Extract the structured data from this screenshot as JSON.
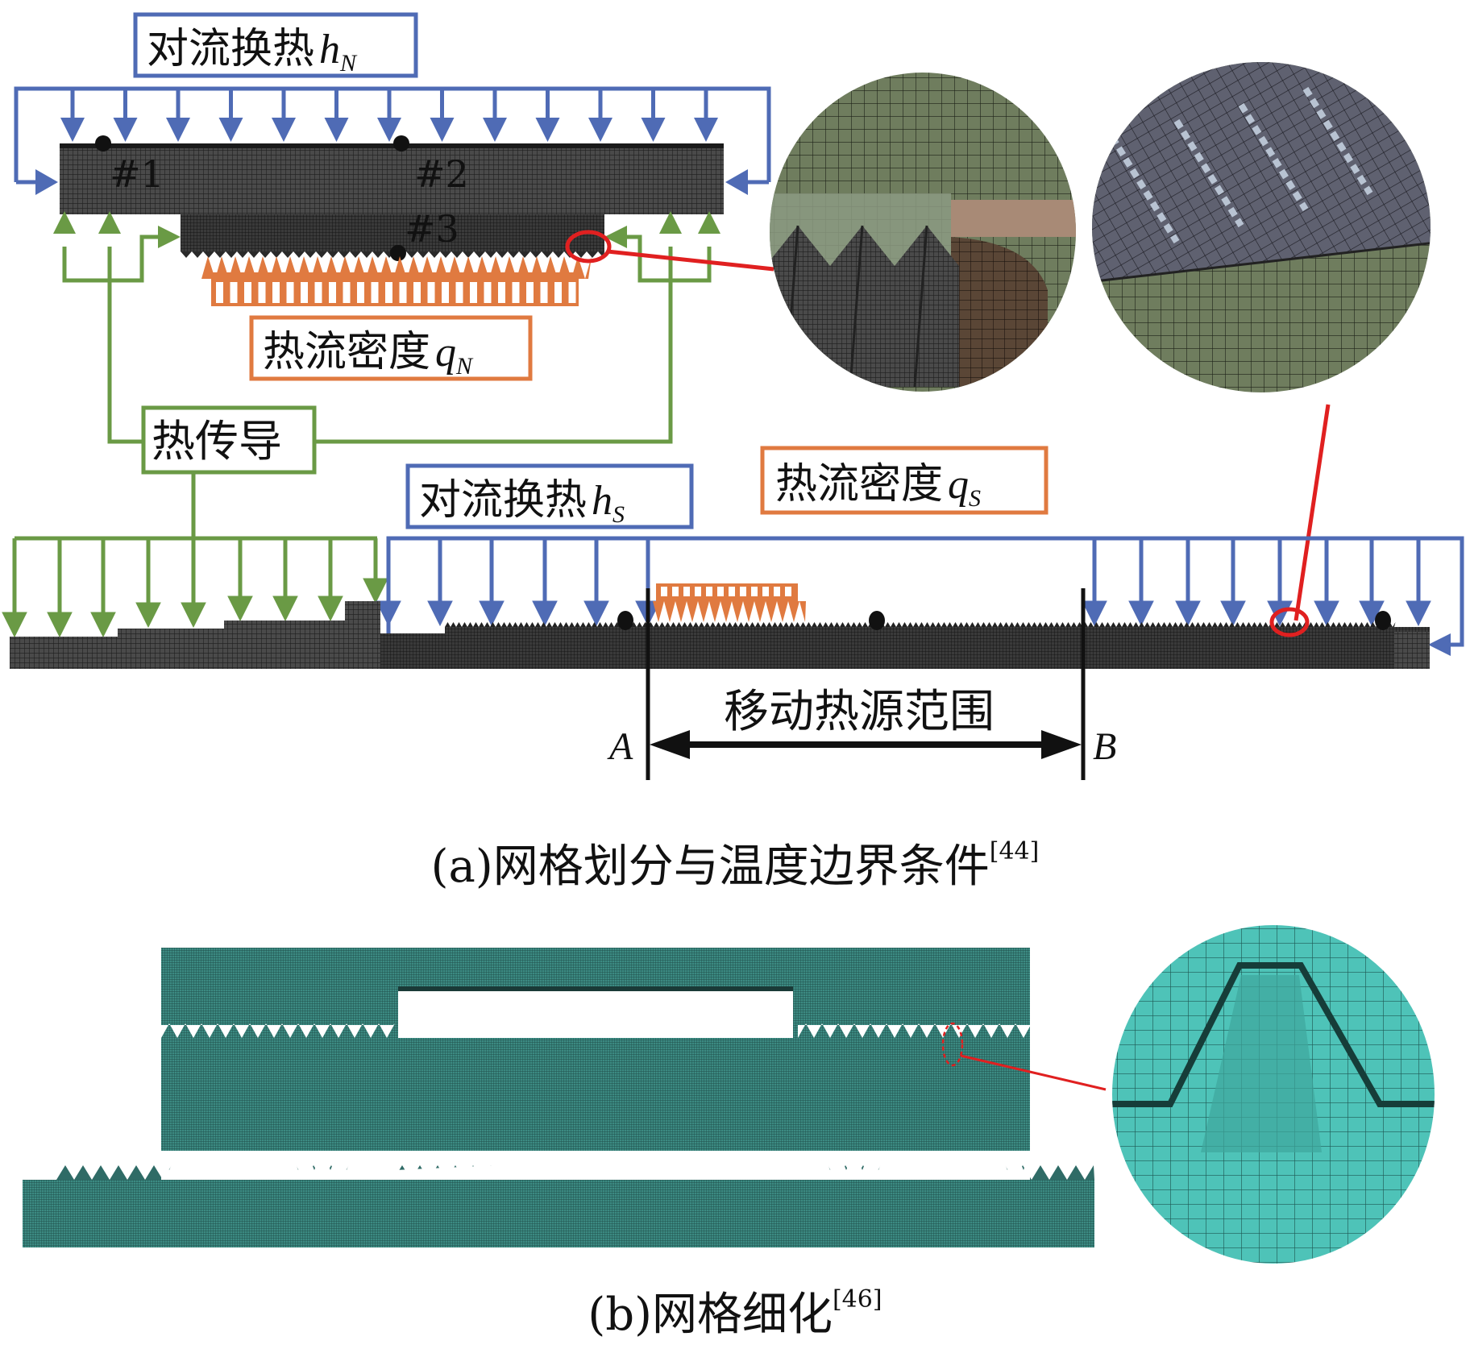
{
  "figure_a": {
    "labels": {
      "convection_nut": {
        "text": "对流换热",
        "symbol": "h",
        "sub": "N"
      },
      "heat_flux_nut": {
        "text": "热流密度",
        "symbol": "q",
        "sub": "N"
      },
      "conduction": {
        "text": "热传导"
      },
      "convection_screw": {
        "text": "对流换热",
        "symbol": "h",
        "sub": "S"
      },
      "heat_flux_screw": {
        "text": "热流密度",
        "symbol": "q",
        "sub": "S"
      },
      "moving_range": {
        "text": "移动热源范围"
      },
      "point_a": "A",
      "point_b": "B"
    },
    "measure_points": [
      "#1",
      "#2",
      "#3"
    ],
    "caption": {
      "text": "(a)网格划分与温度边界条件",
      "ref": "[44]"
    }
  },
  "figure_b": {
    "caption": {
      "text": "(b)网格细化",
      "ref": "[46]"
    }
  },
  "colors": {
    "convection": "#4f6bb5",
    "conduction": "#6a9a45",
    "heat_flux": "#e07a40",
    "highlight": "#e02020",
    "mesh_dark": "#2a2a2a",
    "mesh_teal": "#2f6b66",
    "mesh_teal_light": "#4ec3b8",
    "mesh_green": "#6f7d5e",
    "mesh_gray": "#5c5e6a",
    "mesh_brown": "#5a4636"
  }
}
